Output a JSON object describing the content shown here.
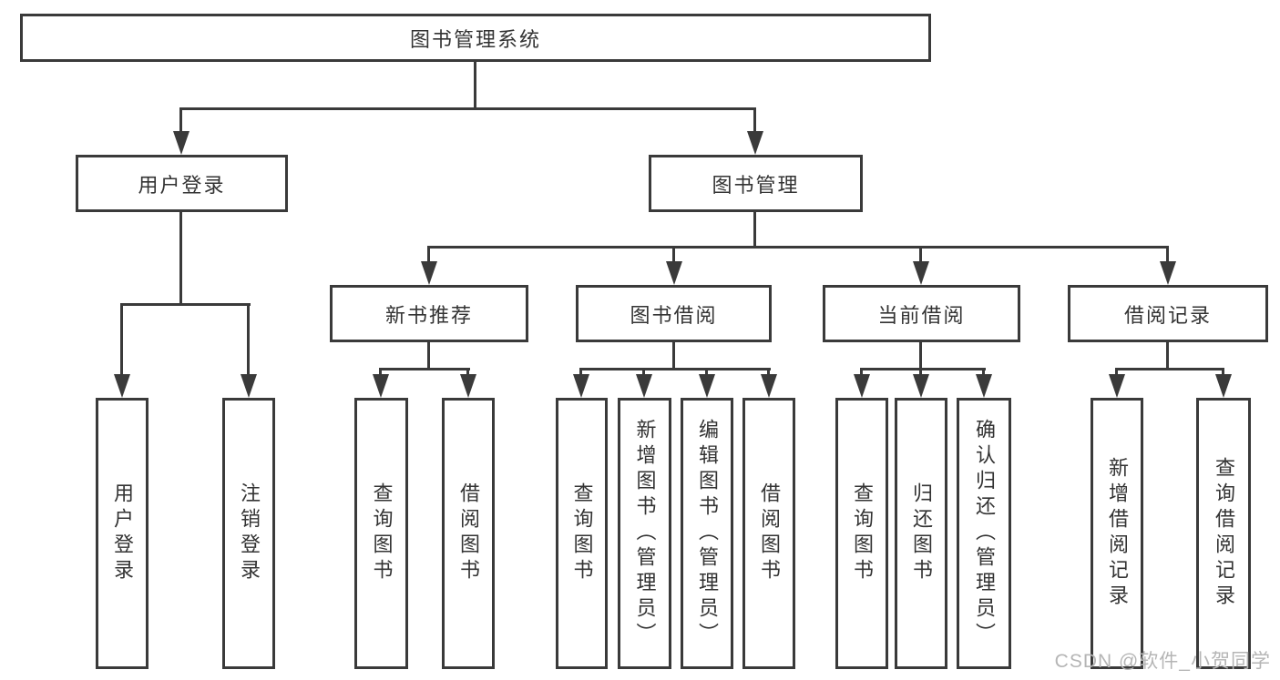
{
  "diagram": {
    "root": "图书管理系统",
    "branches": [
      {
        "label": "用户登录",
        "children": [
          "用户登录",
          "注销登录"
        ]
      },
      {
        "label": "图书管理",
        "sections": [
          {
            "label": "新书推荐",
            "children": [
              "查询图书",
              "借阅图书"
            ]
          },
          {
            "label": "图书借阅",
            "children": [
              "查询图书",
              "新增图书（管理员）",
              "编辑图书（管理员）",
              "借阅图书"
            ]
          },
          {
            "label": "当前借阅",
            "children": [
              "查询图书",
              "归还图书",
              "确认归还（管理员）"
            ]
          },
          {
            "label": "借阅记录",
            "children": [
              "新增借阅记录",
              "查询借阅记录"
            ]
          }
        ]
      }
    ]
  },
  "watermark": "CSDN @软件_小贺同学",
  "colors": {
    "line": "#3a3a3a",
    "text": "#333333",
    "watermark": "#b5b5b5",
    "background": "#ffffff"
  }
}
